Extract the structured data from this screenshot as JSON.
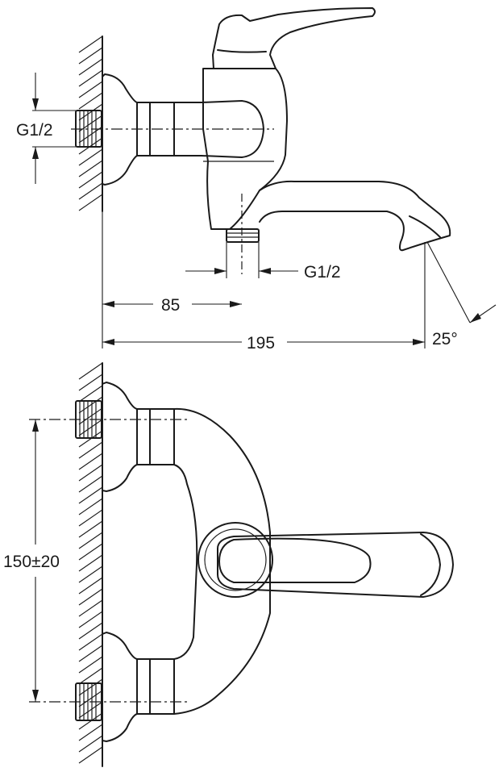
{
  "dimensions": {
    "thread_top": "G1/2",
    "thread_bottom": "G1/2",
    "offset_85": "85",
    "length_195": "195",
    "spout_angle": "25°",
    "centers": "150±20"
  }
}
